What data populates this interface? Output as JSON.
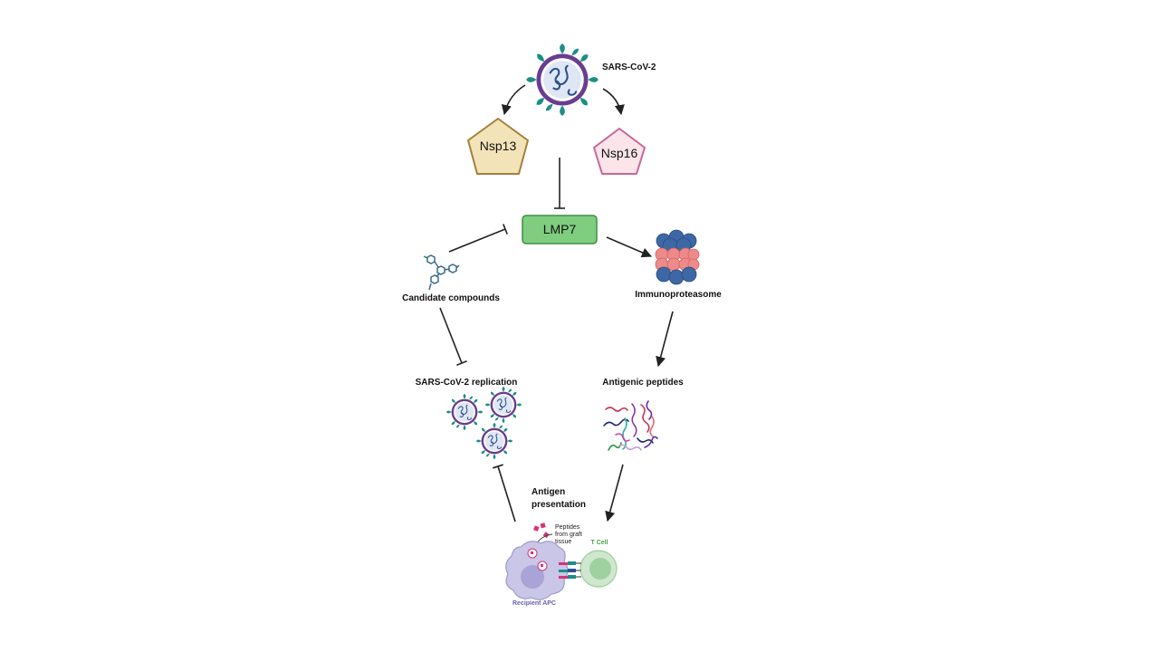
{
  "nodes": {
    "virus": "SARS-CoV-2",
    "nsp13": "Nsp13",
    "nsp16": "Nsp16",
    "lmp7": "LMP7",
    "candidates": "Candidate compounds",
    "immunoproteasome": "Immunoproteasome",
    "replication": "SARS-CoV-2 replication",
    "peptides": "Antigenic peptides",
    "antigen_line1": "Antigen",
    "antigen_line2": "presentation",
    "graft_line1": "Peptides",
    "graft_line2": "from graft",
    "graft_line3": "tissue",
    "tcell": "T Cell",
    "apc": "Recipient APC"
  },
  "colors": {
    "virus_teal": "#1a8f86",
    "virus_purple": "#6a3d8f",
    "virus_blue": "#2e4f8f",
    "nsp13_fill": "#f3e3b8",
    "nsp13_stroke": "#a4813a",
    "nsp16_fill": "#fbe4ea",
    "nsp16_stroke": "#c8669a",
    "lmp7_fill": "#7fcd7e",
    "lmp7_stroke": "#3f8f44",
    "proteasome_blue": "#3e68a5",
    "proteasome_pink": "#ef8a8a",
    "apc_fill": "#c9c6e8",
    "tcell_fill": "#cfe6cf",
    "tcell_label": "#4aa04a",
    "apc_label": "#6a5fb0"
  },
  "icons": [
    "virus-icon",
    "compound-icon",
    "proteasome-icon",
    "peptide-strands-icon",
    "apc-cell-icon",
    "t-cell-icon"
  ]
}
